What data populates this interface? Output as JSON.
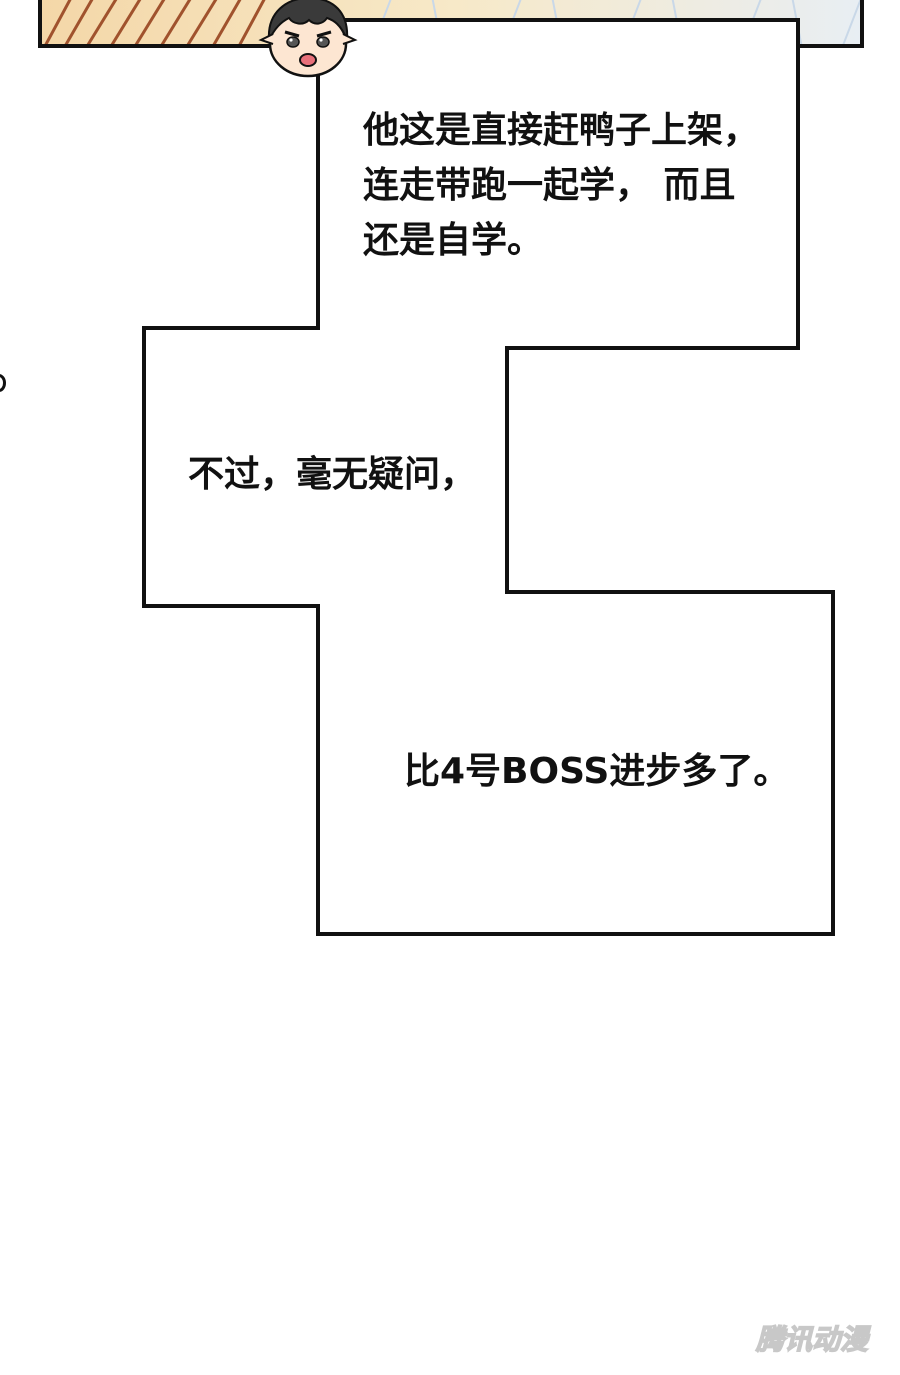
{
  "captions": [
    "他这是直接赶鸭子上架，\n连走带跑一起学， 而且\n还是自学。",
    "不过，毫无疑问，",
    "比4号BOSS进步多了。"
  ],
  "watermark": {
    "text": "腾讯动漫"
  },
  "colors": {
    "ink": "#111111",
    "paper": "#ffffff",
    "skin": "#fde6d2",
    "hair": "#3a3a3a",
    "mouth": "#e8707a"
  }
}
